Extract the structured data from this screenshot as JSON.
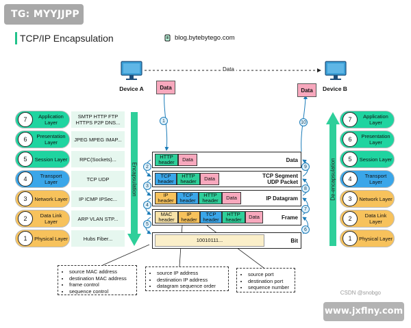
{
  "watermark_top": "TG: MYYJJPP",
  "title": "TCP/IP Encapsulation",
  "brand": "blog.bytebytego.com",
  "device_a": "Device A",
  "device_b": "Device B",
  "data_top_label": "Data",
  "data_box_left": "Data",
  "data_box_right": "Data",
  "encapsulation_label": "Encapsulation",
  "decapsulation_label": "De-encapsulation",
  "layers": [
    {
      "num": "7",
      "name": "Application Layer",
      "protocols": "SMTP HTTP FTP HTTPS P2P DNS...",
      "color": "#1fd4a0"
    },
    {
      "num": "6",
      "name": "Presentation Layer",
      "protocols": "JPEG MPEG IMAP...",
      "color": "#1fd4a0"
    },
    {
      "num": "5",
      "name": "Session Layer",
      "protocols": "RPC(Sockets)...",
      "color": "#1fd4a0"
    },
    {
      "num": "4",
      "name": "Transport Layer",
      "protocols": "TCP UDP",
      "color": "#3aa6e9"
    },
    {
      "num": "3",
      "name": "Network Layer",
      "protocols": "IP ICMP IPSec...",
      "color": "#f7c25c"
    },
    {
      "num": "2",
      "name": "Data Link Layer",
      "protocols": "ARP VLAN STP...",
      "color": "#f7c25c"
    },
    {
      "num": "1",
      "name": "Physical Layer",
      "protocols": "Hubs Fiber...",
      "color": "#f7c25c"
    }
  ],
  "packets": {
    "data": {
      "http": "HTTP header",
      "data": "Data",
      "label": "Data"
    },
    "segment": {
      "tcp": "TCP header",
      "http": "HTTP header",
      "data": "Data",
      "label": "TCP Segment UDP Packet"
    },
    "datagram": {
      "ip": "IP header",
      "tcp": "TCP header",
      "http": "HTTP header",
      "data": "Data",
      "label": "IP Datagram"
    },
    "frame": {
      "mac": "MAC header",
      "ip": "IP header",
      "tcp": "TCP header",
      "http": "HTTP header",
      "data": "Data",
      "label": "Frame"
    },
    "bit": {
      "bits": "10010111...",
      "label": "Bit"
    }
  },
  "steps_left": [
    "1",
    "2",
    "3",
    "4",
    "5"
  ],
  "steps_right": [
    "6",
    "7",
    "8",
    "9",
    "10"
  ],
  "notes": {
    "mac": [
      "source MAC address",
      "destination MAC address",
      "frame control",
      "sequence control"
    ],
    "ip": [
      "source IP address",
      "destination IP address",
      "datagram sequence order"
    ],
    "tcp": [
      "source port",
      "destination port",
      "sequence number"
    ]
  },
  "watermark_csdn": "CSDN @snobgo",
  "watermark_site": "www.jxflny.com",
  "colors": {
    "green": "#1fd4a0",
    "blue": "#3aa6e9",
    "yellow": "#f7c25c",
    "pink": "#f7a8bd",
    "arrow": "#2ecf9a",
    "accent": "#21c28a"
  }
}
